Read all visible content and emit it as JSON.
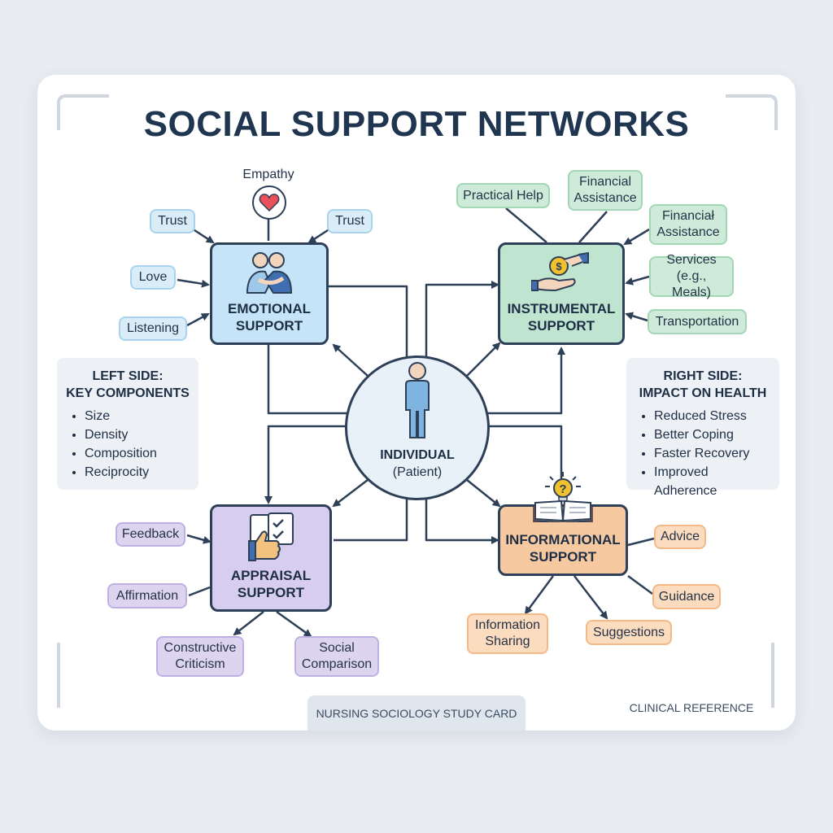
{
  "title": "SOCIAL SUPPORT NETWORKS",
  "center": {
    "label": "INDIVIDUAL",
    "sublabel": "(Patient)"
  },
  "nodes": {
    "emotional": "EMOTIONAL\nSUPPORT",
    "instrumental": "INSTRUMENTAL\nSUPPORT",
    "appraisal": "APPRAISAL\nSUPPORT",
    "informational": "INFORMATIONAL\nSUPPORT"
  },
  "emotional_items": {
    "empathy": "Empathy",
    "trust_left": "Trust",
    "trust_right": "Trust",
    "love": "Love",
    "listening": "Listening"
  },
  "instrumental_items": {
    "practical_help": "Practical Help",
    "financial_1": "Financial\nAssistance",
    "financial_2": "Financiał\nAssistance",
    "services": "Services\n(e.g., Meals)",
    "transportation": "Transportation"
  },
  "appraisal_items": {
    "feedback": "Feedback",
    "affirmation": "Affirmation",
    "constructive": "Constructive\nCriticism",
    "social": "Social\nComparison"
  },
  "informational_items": {
    "advice": "Advice",
    "guidance": "Guidance",
    "info_sharing": "Information\nSharing",
    "suggestions": "Suggestions"
  },
  "left_panel": {
    "heading": "LEFT SIDE:\nKEY COMPONENTS",
    "items": [
      "Size",
      "Density",
      "Composition",
      "Reciprocity"
    ]
  },
  "right_panel": {
    "heading": "RIGHT SIDE:\nIMPACT ON HEALTH",
    "items": [
      "Reduced Stress",
      "Better Coping",
      "Faster Recovery",
      "Improved Adherence"
    ]
  },
  "footer": {
    "center": "NURSING SOCIOLOGY STUDY CARD",
    "right": "CLINICAL REFERENCE"
  },
  "colors": {
    "line": "#2e3f58",
    "emotional": "#c6e4f7",
    "instrumental": "#bfe4cf",
    "appraisal": "#d7cdee",
    "informational": "#f7c9a0",
    "heart": "#e8505b"
  },
  "icons": {
    "emotional": "hug-icon",
    "instrumental": "coin-hand-icon",
    "appraisal": "thumbs-up-checklist-icon",
    "informational": "book-lightbulb-icon",
    "center": "person-icon",
    "empathy": "heart-icon"
  }
}
